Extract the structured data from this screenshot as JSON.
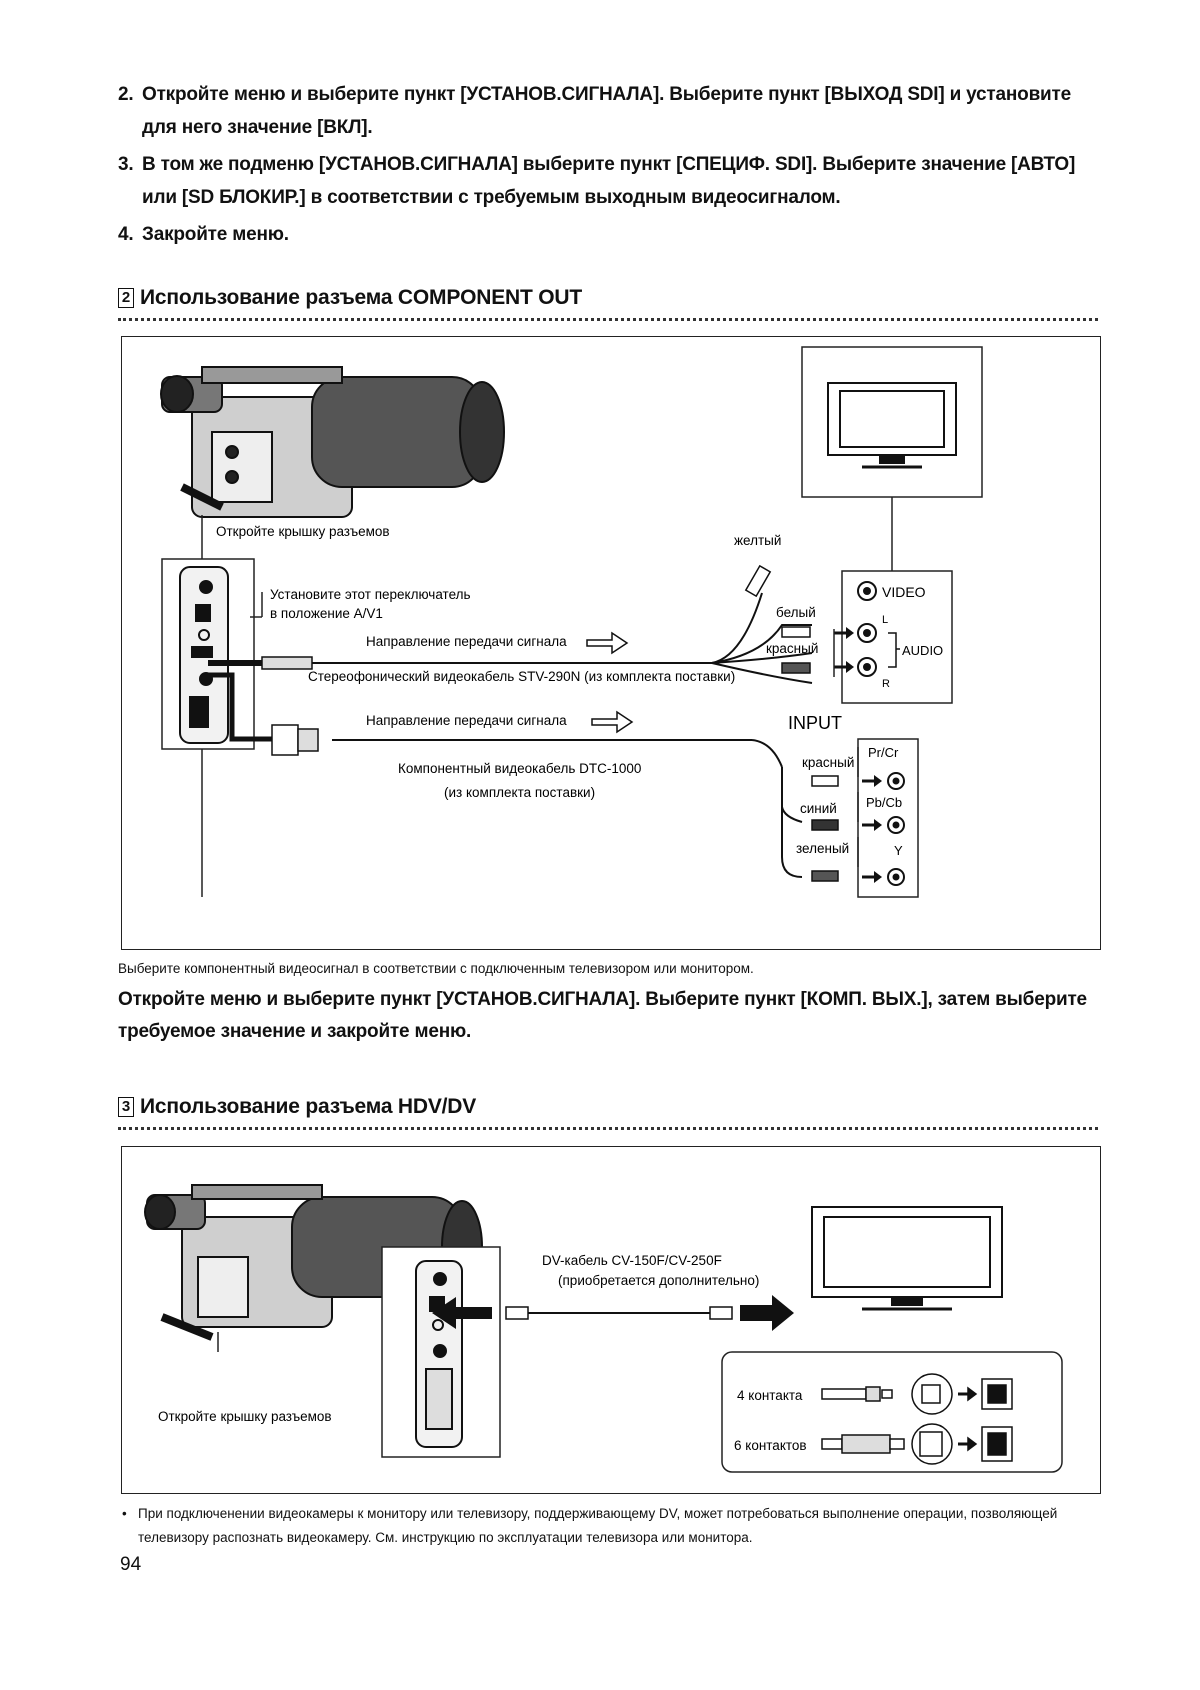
{
  "steps": [
    {
      "num": "2.",
      "text": "Откройте меню и выберите пункт [УСТАНОВ.СИГНАЛА]. Выберите пункт [ВЫХОД SDI] и установите для него значение [ВКЛ]."
    },
    {
      "num": "3.",
      "text": "В том же подменю [УСТАНОВ.СИГНАЛА] выберите пункт [СПЕЦИФ. SDI]. Выберите значение [АВТО] или [SD БЛОКИР.] в соответствии с требуемым выходным видеосигналом."
    },
    {
      "num": "4.",
      "text": "Закройте меню."
    }
  ],
  "section2": {
    "number": "2",
    "title": "Использование разъема COMPONENT OUT",
    "diagram": {
      "open_cover": "Откройте крышку разъемов",
      "switch_line1": "Установите этот переключатель",
      "switch_line2": "в положение A/V1",
      "signal_direction": "Направление передачи сигнала",
      "stereo_cable": "Стереофонический видеокабель STV-290N (из комплекта поставки)",
      "component_cable_line1": "Компонентный видеокабель DTC-1000",
      "component_cable_line2": "(из комплекта поставки)",
      "yellow": "желтый",
      "white": "белый",
      "red": "красный",
      "blue": "синий",
      "green": "зеленый",
      "video": "VIDEO",
      "audio": "AUDIO",
      "left": "L",
      "right": "R",
      "input": "INPUT",
      "pr_cr": "Pr/Cr",
      "pb_cb": "Pb/Cb",
      "y": "Y"
    },
    "caption": "Выберите компонентный видеосигнал в соответствии с подключенным телевизором или монитором.",
    "instruction": "Откройте меню и выберите пункт [УСТАНОВ.СИГНАЛА]. Выберите пункт [КОМП. ВЫХ.], затем выберите требуемое значение и закройте меню."
  },
  "section3": {
    "number": "3",
    "title": "Использование разъема HDV/DV",
    "diagram": {
      "dv_cable_line1": "DV-кабель CV-150F/CV-250F",
      "dv_cable_line2": "(приобретается дополнительно)",
      "open_cover": "Откройте крышку разъемов",
      "pins4": "4 контакта",
      "pins6": "6 контактов"
    }
  },
  "bullet_note": "При подключенении видеокамеры к монитору или телевизору, поддерживающему DV, может потребоваться выполнение операции, позволяющей телевизору распознать видеокамеру. См. инструкцию по эксплуатации телевизора или монитора.",
  "page_number": "94"
}
